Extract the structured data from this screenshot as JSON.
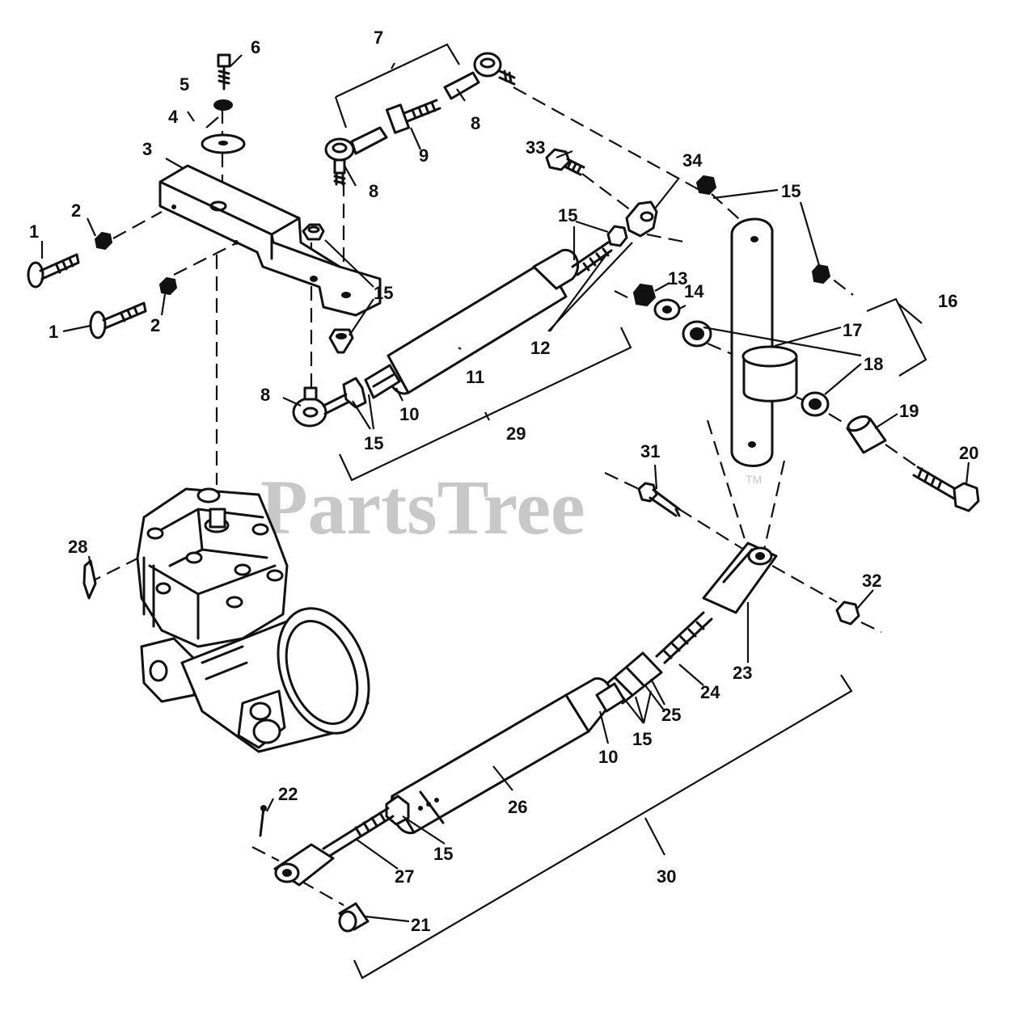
{
  "watermark": {
    "brand": "PartsTree",
    "trademark": "TM"
  },
  "callouts": {
    "n1a": "1",
    "n1b": "1",
    "n2a": "2",
    "n2b": "2",
    "n3": "3",
    "n4": "4",
    "n5": "5",
    "n6": "6",
    "n7": "7",
    "n8a": "8",
    "n8b": "8",
    "n8c": "8",
    "n9": "9",
    "n10a": "10",
    "n10b": "10",
    "n11": "11",
    "n12": "12",
    "n13": "13",
    "n14": "14",
    "n15a": "15",
    "n15b": "15",
    "n15c": "15",
    "n15d": "15",
    "n15e": "15",
    "n15f": "15",
    "n16": "16",
    "n17": "17",
    "n18": "18",
    "n19": "19",
    "n20": "20",
    "n21": "21",
    "n22": "22",
    "n23": "23",
    "n24": "24",
    "n25": "25",
    "n26": "26",
    "n27": "27",
    "n28": "28",
    "n29": "29",
    "n30": "30",
    "n31": "31",
    "n32": "32",
    "n33": "33",
    "n34": "34"
  }
}
